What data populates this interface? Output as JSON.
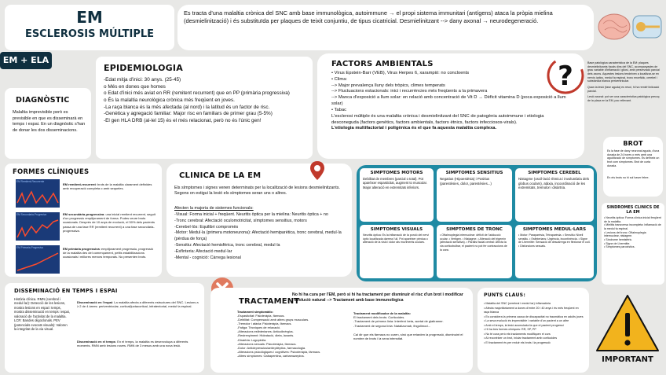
{
  "header": {
    "title": "EM",
    "subtitle": "ESCLEROSIS MÚLTIPLE",
    "tag": "EM + ELA",
    "intro": "Es tracta d'una malaltia crònica del SNC amb base immunològica, autoimmune → el propi sistema immunitari (antígens) ataca la pròpia mielina (desmielinització) i és substituïda per plaques de teixit conjuntiu, de tipus cicatricial. Desmielinitzant --> dany axonal → neurodegeneració."
  },
  "diagnostic": {
    "title": "DIAGNÒSTIC",
    "text": "Malaltia imprevisible però es previsible en que es disseminarà en temps i espai. En un diagnòstic s'han de donar les dos disseminacions."
  },
  "epidemiologia": {
    "title": "EPIDEMIOLOGIA",
    "items": [
      "-Edat mitja d'inici: 30 anys. (25-45)",
      "o Més en dones que homes",
      "o Edat d'inici més aviat en RR (remitent recurrent) que en PP (primària progressiva)",
      "o És la malaltia neurològica crònica més freqüent en joves.",
      "-La raça blanca és la més afectada (al nord) i la latitud és un factor de risc.",
      "-Genètica y agregació familiar: Major risc en familiars de primer grau (5-5%)",
      "-El gen HLA DRB (al-lel 15) és el més relacionat, però no és l'únic gen!"
    ]
  },
  "factors": {
    "title": "FACTORS AMBIENTALS",
    "items": [
      "• Virus Epstein-Barr (VEB), Virus Herpes 6, xarampió: no concloents",
      "• Clima:",
      "--> Major prevalença lluny dels tròpics, climes temperats",
      "--> Fluctuacions estacionals: inici i recurrències més freqüents a la primavera",
      "--> Manca d'exposició a llum solar: en relació amb concentració de Vit D → Dèficit vitamina D (poca exposició a llum solar)",
      "• Tabac",
      "L'esclerosi múltiple és una malaltia crònica i desmielinitzant del SNC de patogènia autoimmune i etiologia desconeguda (factors genètics, factors ambientals, factors ètnics, factors infecciosos-virals).",
      "L'etiologia multifactorial i poligènica és el que fa aquesta malaltia complexa."
    ]
  },
  "side_note": {
    "text": "Base patològica característica de la EM: plaques desmielinitzants focals dins del SNC, acompanyades de grau variable d'inflamació i gliosi, amb preservació parcial dels axons. Aquestes lesions tendeixen a localitzar-se en nervis òptics, medul·la espinal, tronc encefàlic, cerebel i substància blanca periventricular.",
    "extra": "Quan la lesió (fase aguda) es resol, hi ha remiel·linització parcial.",
    "extra2": "Lesió axonal: pot ser una característica patològica precoç de la placa en la EM, poc rellevant."
  },
  "brot": {
    "title": "BROT",
    "text": "Es la fase de dany neuronal aguda, d'una durada de 24 hores o més amb una agudització de símptomes. Es defineix un brot com símptomes. Brot de curta durada.",
    "text2": "En els brots no hi sol haver febre."
  },
  "formes": {
    "title": "FORMES CLÍNIQUES",
    "items": [
      {
        "label": "EM remitent-recurrent",
        "desc": "brots de la malaltia clarament definides amb recuperació completa o amb sequeles."
      },
      {
        "label": "EM secundària-progressiva",
        "desc": "una inicial remitent recurrent, seguit d'un progressiu empitjorament de forma. Podes veure brots ocasionals. Després de 10 anys de evolució, el 50% dels pacients passa de una fase RR (remitent recurrent) a una fase secundària-progressiva."
      },
      {
        "label": "EM primària progressiva",
        "desc": "empitjorament progressiu, progressió de la malaltia des del començament, petits estabilitzacions ocasionals i millores menors temporals. No presenten brots."
      }
    ],
    "chart_labels": [
      "EM Remitent-Recurrente",
      "EM Secundaria-Progresiva",
      "EM Primaria-Progresiva"
    ]
  },
  "clinica": {
    "title": "CLINICA DE LA EM",
    "intro": "Els símptomes i signes venen determinats per la localització de lesions desmielinitzants. Segons on estigui la lesió els símptomes seran uns o altres.",
    "sub": "Afecten la majoria de sistemes funcionals:",
    "items": [
      "-Visual: Forma inicial + freqüent. Neuritis òptica per la mielina: Neuritis òptica + no",
      "-Tronc cerebral: Afectació oculomotricitat, símptomes sensitius, motors",
      "-Cerebel·lós: Equilibri compromès",
      "-Motor: Medul·la (primera motoneurona): Afectació hemiparètica, tronc cerebral, medul·la (pèrdua de força)",
      "-Sensitiu: Afectació hemisfèrica, tronc cerebral, medul·la",
      "-Esfínteria: Afectació medul·lar",
      "-Mental - cognició: Càrrega lesional"
    ]
  },
  "simptomes": {
    "motors": {
      "title": "SIMPTOMES MOTORS",
      "text": "Debilitat de membres (parcial o total). Pot aparèixer espasticitat, augment to muscular. Major alteració en extremitats inferiors."
    },
    "sensitius": {
      "title": "SIMPTOMES SENSITIUS",
      "text": "Negatius (Hipoestèsia) i Positius (parestèsies, dolor, parestèsies...)"
    },
    "cerebel": {
      "title": "SIMPTOMES CEREBEL",
      "text": "Nistagme (oscil·lació rítmica i involuntària dels globus oculars), atàxia, incoordinació de les extremitats, tremolor i disàrtria."
    },
    "visuals": {
      "title": "SIMPTOMES VISUALS",
      "text": "Neuritis òptica: Es la inflamació de la porció del nervi òptic localitzada darrera l'ull. Pot aparèixer pèrdua o alteració de la visió i dolor als moviments oculars."
    },
    "tronc": {
      "title": "SIMPTOMES DE TRONC",
      "text": "• Oftalmoplegia internuclear: dèficit de l'adducció ocular. • Vertigen. • Nistagme. • Alteració del trigemin (afectació sensitiva). • Paràlisi facial central: Afecta la via corticobulbar, el pacient no pot fer contraccions de la cara."
    },
    "medul": {
      "title": "SIMPTOMES MEDUL·LARS",
      "text": "• Motor: Paraparèsia, Tetraparèsia. • Sensitiu: Nivell sensitiu. • Esfinterians: Urgència, incontinència. • Signe de Lhermitte: Sensació de descàrrega en flexionar el coll. • Disfuncions sexuals."
    }
  },
  "disseminacio": {
    "title": "DISSEMINACIÓ EN TEMPS I ESPAI",
    "left": "Història clínica. RMN (cerebral i medul·lar): Detecció de les lesions, mostra lesions en espai i temps, mostra disseminació en temps i espai, valoració de l'activitat de la malaltia. LCR: Bandes oligoclonals. PEV (potencials evocats visuals): Valoren la integritat de la via visual.",
    "espai_title": "Disseminació en l'espai",
    "espai": "La malaltia afecta a diferents estructures del SNC. Lesions a ≥ 2 de 4 àrees: periventricular, cortical/juxtacortical, infratentorial, medul·la espinal.",
    "temps_title": "Disseminació en el temps",
    "temps": "En el temps, la malaltia es desenvolupa a diferents moments. RMN amb lesions noves. RMN de 3 mesos amb una nova lesió."
  },
  "tractament": {
    "title": "TRACTAMENT",
    "intro": "No hi ha cura per l'EM, però si hi ha tractament per disminuir el risc d'un brot i modificar l'evolució natural --> Tractament amb base immunològica",
    "left_title": "Tractament simptomàtic:",
    "left": [
      "-Espasticitat: Fisioteràpia, fàrmacs.",
      "-Debilitat: Compensació amb altres grups musculars.",
      "-Tremolor i atàxia: Fisioteràpia, fàrmacs.",
      "-Fatiga: Tècniques de relaxació.",
      "-Alteracions esfinterianes: Anticolinèrgics.",
      "-Restrenyiment: Hidratació, dieta, laxants.",
      "-Disàrtria: Logopèdia.",
      "-Alteracions sexuals: Psicoteràpia, fàrmacs.",
      "-Dolor: Antidepressius/antiepilèptics, farmacologia.",
      "-Alteracions psicològiques i cognitives: Psicoteràpia, fàrmacs.",
      "-Altres símptomes: Gabapentina, carbamazepina."
    ],
    "right_title": "Tractament modificador de la malaltia:",
    "right": [
      "El tractament dels brots: Corticoides.",
      "-Tractament de primera línia: Interferó beta, acetat de glatiramer.",
      "-Tractament de segona línia: Natalizumab, fingolimod..."
    ],
    "right_note": "Cal dir que els fàrmacs no curen, sinó que retarden la progressió, disminuint el nombre de brots i la seva intensitat."
  },
  "punts": {
    "title": "PUNTS CLAUS:",
    "items": [
      "Malaltia del SNC (cerebral i medul·lar) inflamatòria",
      "Afecta majoritàriament a dones d'entre 20 i 40 anys i és més freqüent en raça blanca",
      "Es considera la primera causa de discapacitat no traumàtica en adults joves",
      "La seva evolució és imprevisible i variable d'un pacient a un altre",
      "Amb el temps, la lesió acumulada fa que el pacient progressi",
      "Hi ha tres formes clíniques: RR, SP, PP",
      "No té cura però els tractaments modifiquen el curs",
      "Al reconèixer un brot, iniciar tractament amb corticoides",
      "El tractament és per reduir els brots i la progressió"
    ]
  },
  "sindromes": {
    "title": "SINDROMES CLINICS DE LA EM",
    "items": [
      "• Neuritis òptica: Forma clínica inicial freqüent de la malaltia.",
      "• Mielitis transversa incompleta: Inflamació de la medul·la espinal.",
      "• Lesions del tronc: Oftalmoplegia internuclear, nistagme.",
      "• Síndrome hemisfèric.",
      "• Signe de Lhermitte.",
      "• Símptomes paroxístics."
    ]
  },
  "important_label": "IMPORTANT",
  "colors": {
    "dark": "#0f2f3f",
    "teal": "#1f8aa3",
    "red": "#c0392b",
    "bg": "#e8e8e6"
  }
}
